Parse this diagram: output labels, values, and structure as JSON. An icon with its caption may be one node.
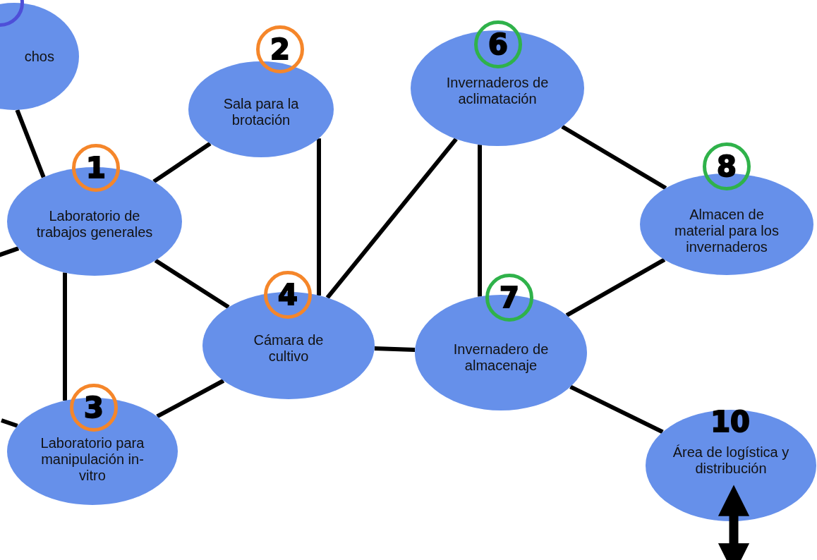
{
  "diagram": {
    "nodes": [
      {
        "text": [
          "chos"
        ]
      },
      {
        "text": [
          "2",
          "Sala para la brotación"
        ]
      },
      {
        "text": [
          "6",
          "Invernaderos de aclimatación"
        ]
      },
      {
        "text": [
          "1",
          "Laboratorio de trabajos generales"
        ]
      },
      {
        "text": [
          "8",
          "Almacen de material para los invernaderos"
        ]
      },
      {
        "text": [
          "4",
          "Cámara de cultivo"
        ]
      },
      {
        "text": [
          "7",
          "Invernadero de almacenaje"
        ]
      },
      {
        "text": [
          "3",
          "Laboratorio para manipulación in-vitro"
        ]
      },
      {
        "text": [
          "10",
          "Área de logística y distribución"
        ]
      }
    ],
    "edges": [
      {
        "from": 0,
        "to": 3,
        "arrow": "none"
      },
      {
        "from": 3,
        "to": 1,
        "arrow": "none"
      },
      {
        "from": 3,
        "to": 5,
        "arrow": "none"
      },
      {
        "from": 3,
        "to": 7,
        "arrow": "none"
      },
      {
        "from": 3,
        "to": null,
        "arrow": "none"
      },
      {
        "from": 7,
        "to": null,
        "arrow": "none"
      },
      {
        "from": 7,
        "to": 5,
        "arrow": "none"
      },
      {
        "from": 1,
        "to": 5,
        "arrow": "none"
      },
      {
        "from": 5,
        "to": 6,
        "arrow": "none"
      },
      {
        "from": 5,
        "to": 2,
        "arrow": "none"
      },
      {
        "from": 2,
        "to": 6,
        "arrow": "none"
      },
      {
        "from": 2,
        "to": 4,
        "arrow": "none"
      },
      {
        "from": 4,
        "to": 6,
        "arrow": "none"
      },
      {
        "from": 6,
        "to": 8,
        "arrow": "none"
      },
      {
        "from": 8,
        "to": null,
        "arrow": "both",
        "style": "thick"
      }
    ]
  }
}
